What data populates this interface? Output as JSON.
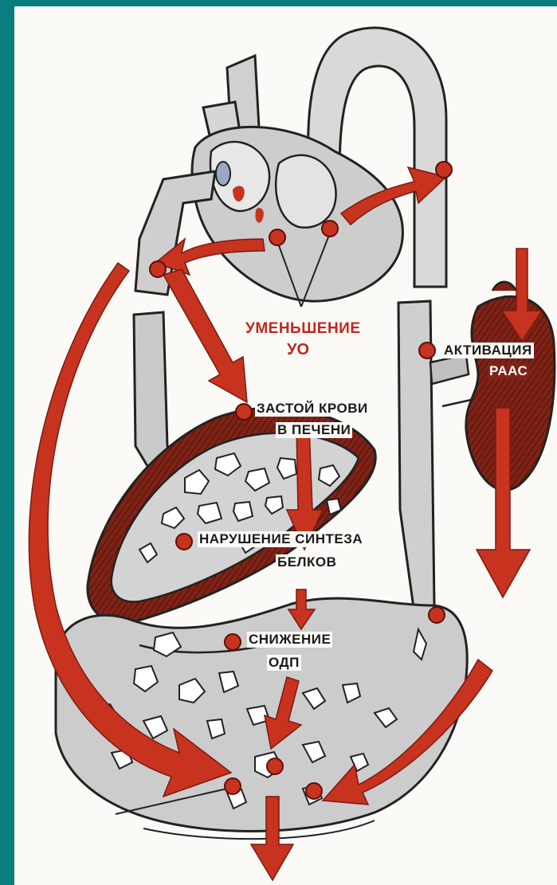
{
  "labels": {
    "reduced_output_1": "УМЕНЬШЕНИЕ",
    "reduced_output_2": "УО",
    "raas_1": "АКТИВАЦИЯ",
    "raas_2": "РААС",
    "liver_congestion_1": "ЗАСТОЙ КРОВИ",
    "liver_congestion_2": "В ПЕЧЕНИ",
    "protein_synthesis_1": "НАРУШЕНИЕ СИНТЕЗА",
    "protein_synthesis_2": "БЕЛКОВ",
    "oncotic_pressure_1": "СНИЖЕНИЕ",
    "oncotic_pressure_2": "ОДП"
  },
  "colors": {
    "frame": "#0a7d7f",
    "arrow": "#c7331f",
    "label_highlight": "#c0271f",
    "organ_dark": "#7a1f14",
    "vessel": "#cfcfcf"
  }
}
